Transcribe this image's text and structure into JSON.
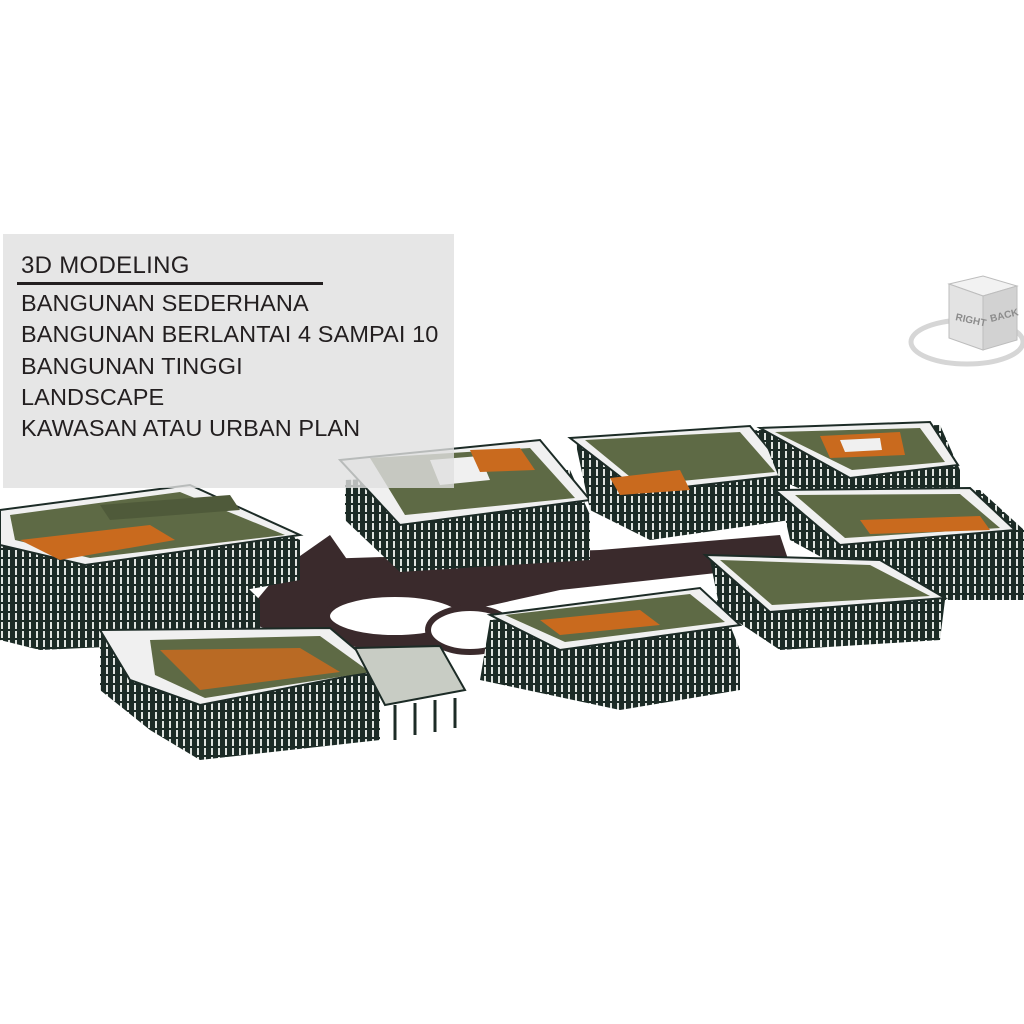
{
  "info_panel": {
    "title": "3D MODELING",
    "items": [
      "BANGUNAN SEDERHANA",
      "BANGUNAN BERLANTAI 4 SAMPAI 10",
      "BANGUNAN TINGGI",
      "LANDSCAPE",
      "KAWASAN ATAU URBAN PLAN"
    ]
  },
  "viewcube": {
    "face_right": "RIGHT",
    "face_back": "BACK"
  },
  "colors": {
    "facade": "#1c2b26",
    "roof_green": "#5e6a45",
    "roof_orange": "#c96a1e",
    "road": "#3a2a2c",
    "slab": "#f4f4f4"
  }
}
